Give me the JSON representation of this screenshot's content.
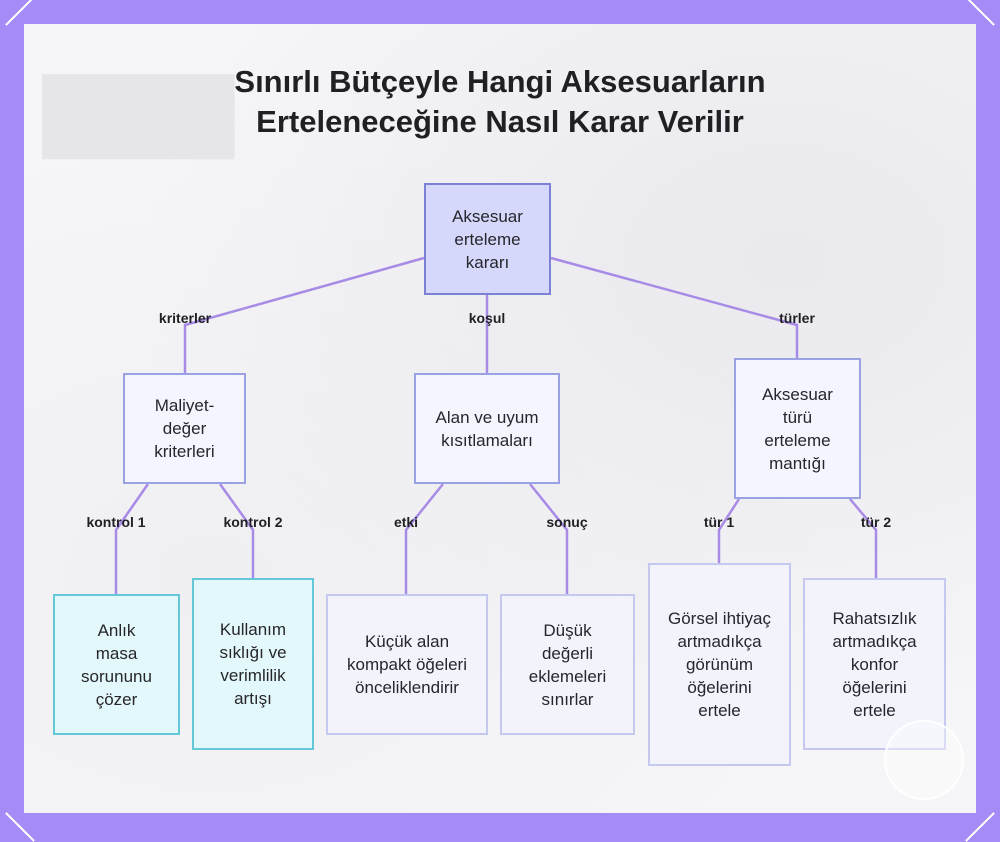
{
  "title": {
    "line1": "Sınırlı Bütçeyle Hangi Aksesuarların",
    "line2": "Erteleneceğine Nasıl Karar Verilir"
  },
  "nodes": {
    "root": "Aksesuar erteleme kararı",
    "cost": "Maliyet-değer kriterleri",
    "space": "Alan ve uyum kısıtlamaları",
    "type": "Aksesuar türü erteleme mantığı",
    "instant": "Anlık masa sorununu çözer",
    "usage": "Kullanım sıklığı ve verimlilik artışı",
    "compact": "Küçük alan kompakt öğeleri önceliklendirir",
    "lowvalue": "Düşük değerli eklemeleri sınırlar",
    "visual": "Görsel ihtiyaç artmadıkça görünüm öğelerini ertele",
    "comfort": "Rahatsızlık artmadıkça konfor öğelerini ertele"
  },
  "edges": {
    "criteria": "kriterler",
    "condition": "koşul",
    "types": "türler",
    "control1": "kontrol 1",
    "control2": "kontrol 2",
    "effect": "etki",
    "result": "sonuç",
    "type1": "tür 1",
    "type2": "tür 2"
  },
  "colors": {
    "background": "#a48bf5",
    "connector": "#a88be6",
    "root_fill": "#d6d8fb",
    "cyan_border": "#63c9d8"
  }
}
